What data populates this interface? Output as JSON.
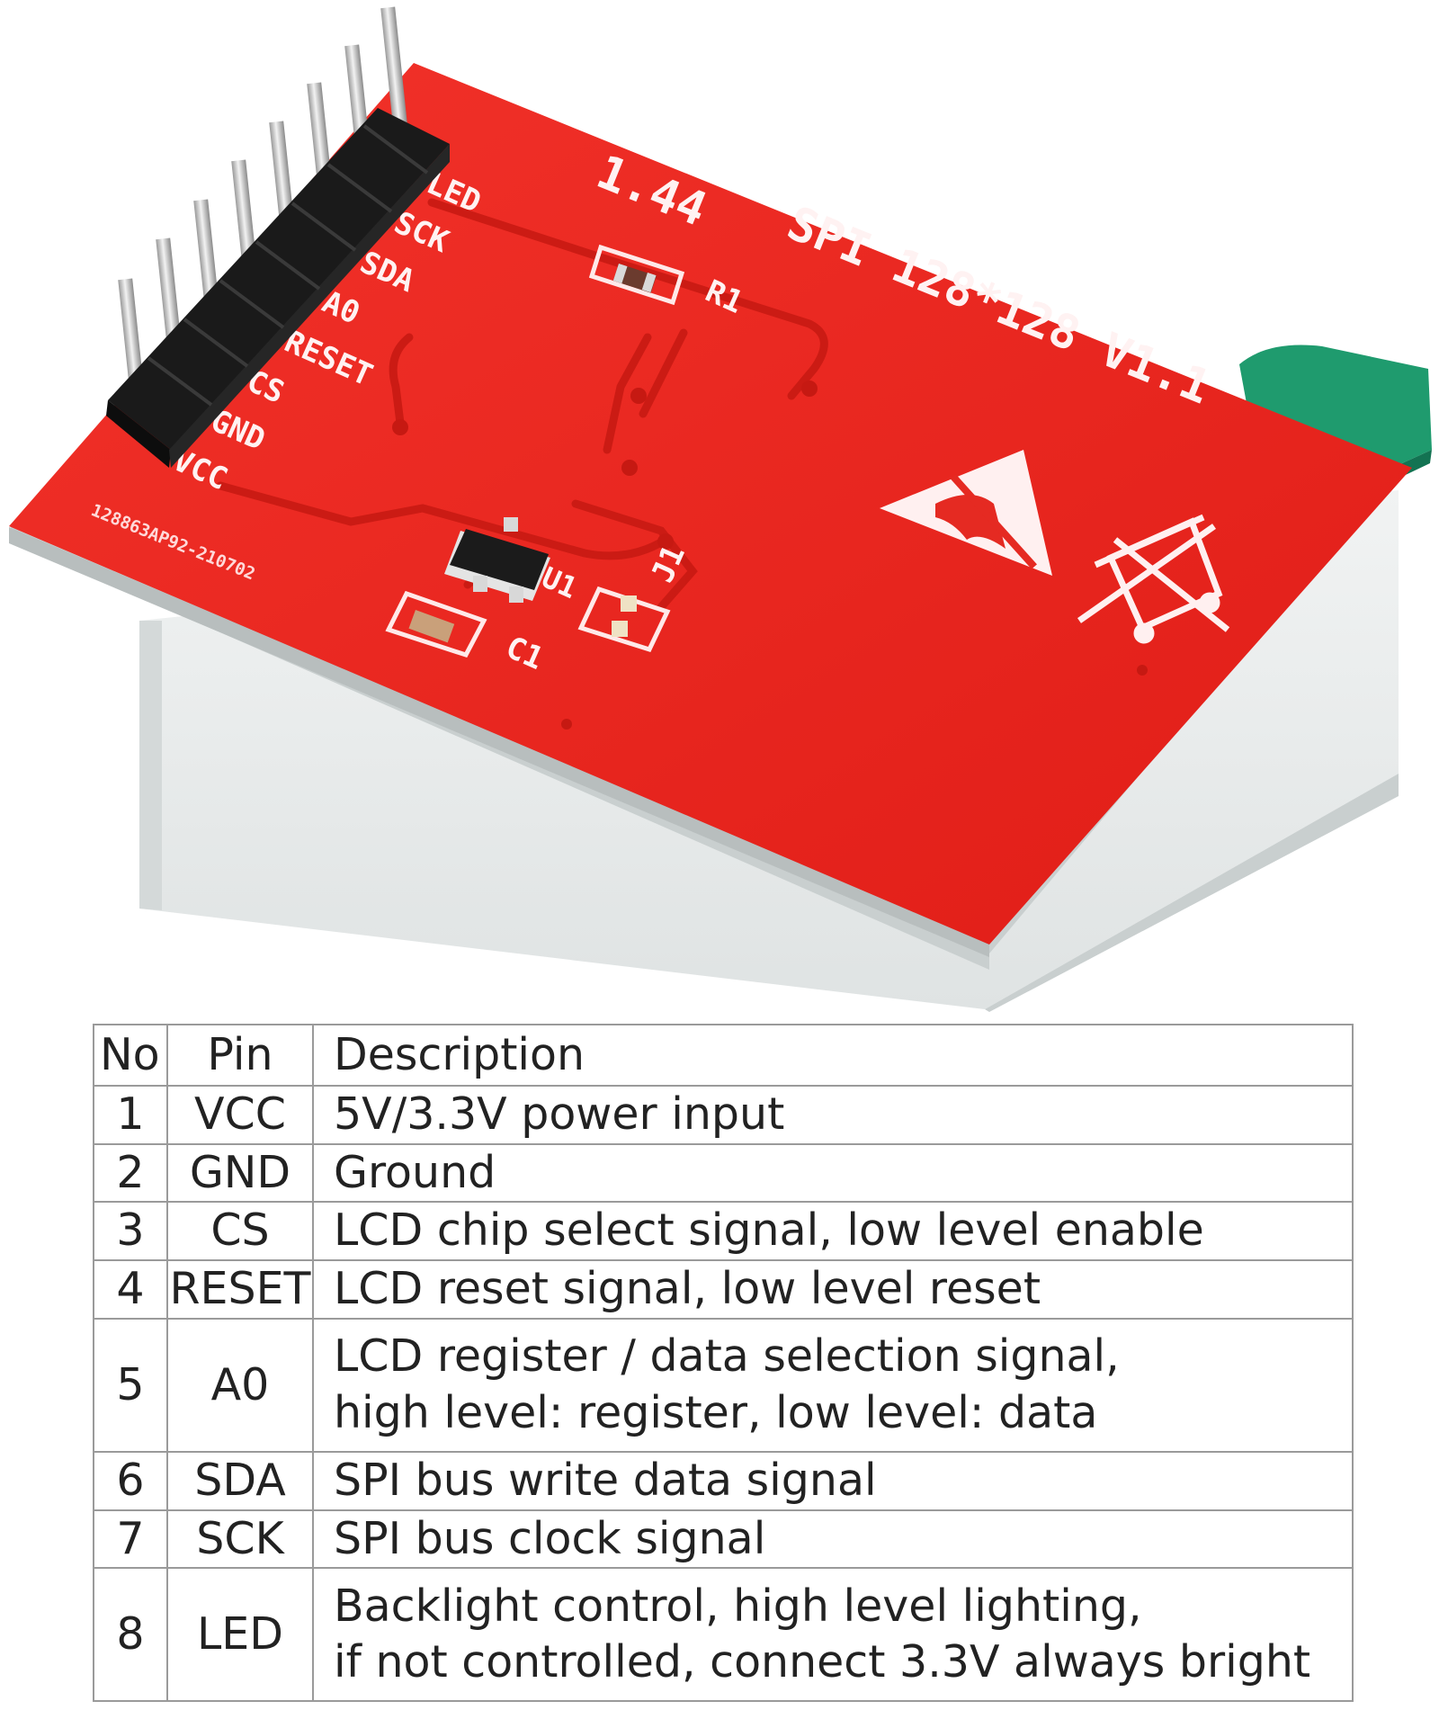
{
  "board": {
    "title_line1": "1.44",
    "title_line2": "SPI 128*128 V1.1",
    "serial": "128863AP92-210702",
    "pin_labels": [
      "LED",
      "SCK",
      "SDA",
      "A0",
      "RESET",
      "CS",
      "GND",
      "VCC"
    ],
    "components": [
      "R1",
      "U1",
      "J1",
      "C1"
    ],
    "icons": [
      "esd-warning-icon",
      "weee-crossed-bin-icon"
    ],
    "colors": {
      "pcb": "#e8261f",
      "pcb_shadow": "#b5140f",
      "header": "#1a1a1a",
      "pins": "#c9c9c9",
      "display_body": "#e9ecec",
      "flex_cable": "#1d9a6c"
    }
  },
  "table": {
    "headers": {
      "no": "No",
      "pin": "Pin",
      "description": "Description"
    },
    "rows": [
      {
        "no": "1",
        "pin": "VCC",
        "description": [
          "5V/3.3V power input"
        ]
      },
      {
        "no": "2",
        "pin": "GND",
        "description": [
          "Ground"
        ]
      },
      {
        "no": "3",
        "pin": "CS",
        "description": [
          "LCD chip select signal, low level enable"
        ]
      },
      {
        "no": "4",
        "pin": "RESET",
        "description": [
          "LCD reset signal, low level reset"
        ]
      },
      {
        "no": "5",
        "pin": "A0",
        "description": [
          "LCD register / data selection signal,",
          "high level: register, low level: data"
        ]
      },
      {
        "no": "6",
        "pin": "SDA",
        "description": [
          "SPI bus write data signal"
        ]
      },
      {
        "no": "7",
        "pin": "SCK",
        "description": [
          "SPI bus clock signal"
        ]
      },
      {
        "no": "8",
        "pin": "LED",
        "description": [
          "Backlight control, high level lighting,",
          "if not controlled, connect 3.3V always bright"
        ]
      }
    ]
  }
}
